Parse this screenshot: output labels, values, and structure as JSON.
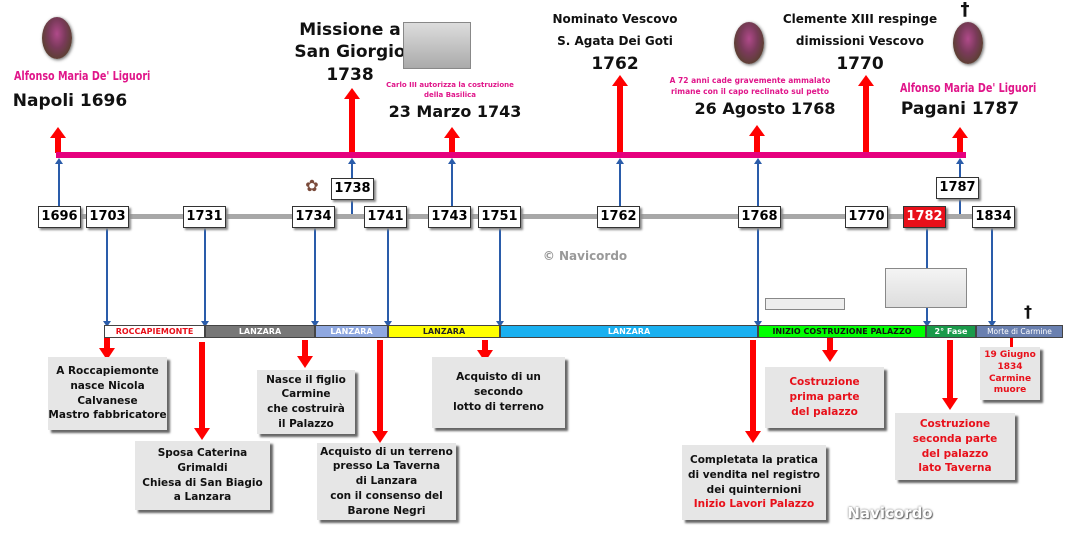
{
  "top": {
    "birth": {
      "name": "Alfonso Maria De' Liguori",
      "place_year": "Napoli  1696"
    },
    "mission": {
      "line1": "Missione  a",
      "line2": "San Giorgio",
      "year": "1738"
    },
    "basilica": {
      "note1": "Carlo III autorizza la costruzione",
      "note2": "della Basilica",
      "date": "23 Marzo 1743"
    },
    "bishop": {
      "line1": "Nominato Vescovo",
      "line2": "S. Agata Dei Goti",
      "year": "1762"
    },
    "illness": {
      "note1": "A 72 anni cade gravemente ammalato",
      "note2": "rimane  con il capo reclinato sul petto",
      "date": "26 Agosto 1768"
    },
    "clemente": {
      "line1": "Clemente XIII respinge",
      "line2": "dimissioni  Vescovo",
      "year": "1770"
    },
    "death": {
      "cross": "†",
      "name": "Alfonso Maria  De' Liguori",
      "place_year": "Pagani  1787"
    }
  },
  "years": [
    "1696",
    "1703",
    "1731",
    "1734",
    "1741",
    "1743",
    "1751",
    "1762",
    "1768",
    "1770",
    "1782",
    "1834"
  ],
  "upper_years": [
    "1738",
    "1787"
  ],
  "highlight_color": "#e8101a",
  "segments": [
    "ROCCAPIEMONTE",
    "LANZARA",
    "LANZARA",
    "LANZARA",
    "LANZARA",
    "INIZIO  COSTRUZIONE  PALAZZO",
    "2° Fase",
    "Morte di Carmine"
  ],
  "boxes": [
    [
      "A Roccapiemonte",
      "nasce Nicola",
      "Calvanese",
      "Mastro fabbricatore"
    ],
    [
      "Sposa Caterina",
      "Grimaldi",
      "Chiesa di San Biagio",
      "a Lanzara"
    ],
    [
      "Nasce il figlio",
      "Carmine",
      "che costruirà",
      "il Palazzo"
    ],
    [
      "Acquisto di un terreno",
      "presso La Taverna",
      "di Lanzara",
      "con il consenso del",
      "Barone Negri"
    ],
    [
      "Acquisto di un",
      "secondo",
      "lotto di terreno"
    ],
    [
      "Completata la pratica",
      "di vendita nel registro",
      "dei quinternioni",
      "Inizio  Lavori  Palazzo"
    ],
    [
      "Costruzione",
      "prima  parte",
      "del  palazzo"
    ],
    [
      "Costruzione",
      "seconda  parte",
      "del  palazzo",
      "lato  Taverna"
    ],
    [
      "19 Giugno",
      "1834",
      "Carmine",
      "muore"
    ]
  ],
  "cross": "†",
  "watermark1": "© Navicordo",
  "watermark2": "Navicordo"
}
